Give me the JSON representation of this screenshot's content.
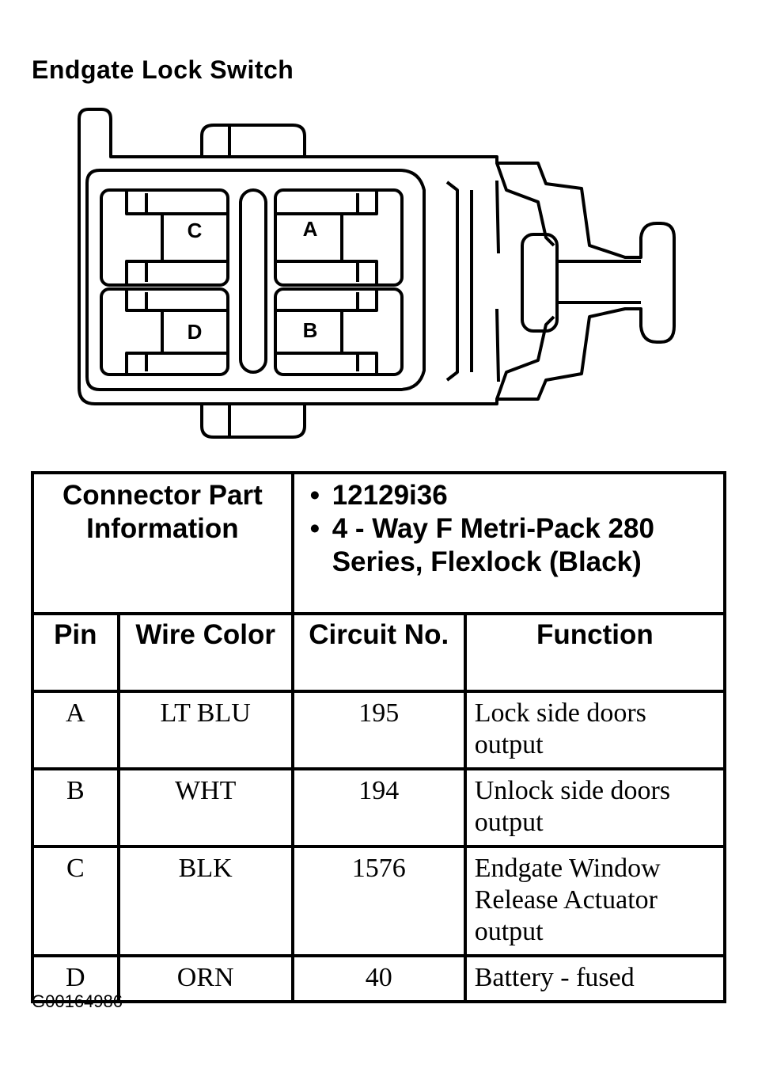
{
  "title": "Endgate Lock Switch",
  "connector": {
    "pins_top": [
      "C",
      "A"
    ],
    "pins_bottom": [
      "D",
      "B"
    ]
  },
  "part_info": {
    "label": "Connector Part Information",
    "values": [
      "12129i36",
      "4 - Way F Metri-Pack 280 Series, Flexlock (Black)"
    ]
  },
  "table": {
    "headers": [
      "Pin",
      "Wire Color",
      "Circuit No.",
      "Function"
    ],
    "rows": [
      {
        "pin": "A",
        "color": "LT BLU",
        "circuit": "195",
        "function": "Lock side doors output"
      },
      {
        "pin": "B",
        "color": "WHT",
        "circuit": "194",
        "function": "Unlock side doors output"
      },
      {
        "pin": "C",
        "color": "BLK",
        "circuit": "1576",
        "function": "Endgate Window Release Actuator output"
      },
      {
        "pin": "D",
        "color": "ORN",
        "circuit": "40",
        "function": "Battery - fused"
      }
    ]
  },
  "footer_code": "G00164986"
}
